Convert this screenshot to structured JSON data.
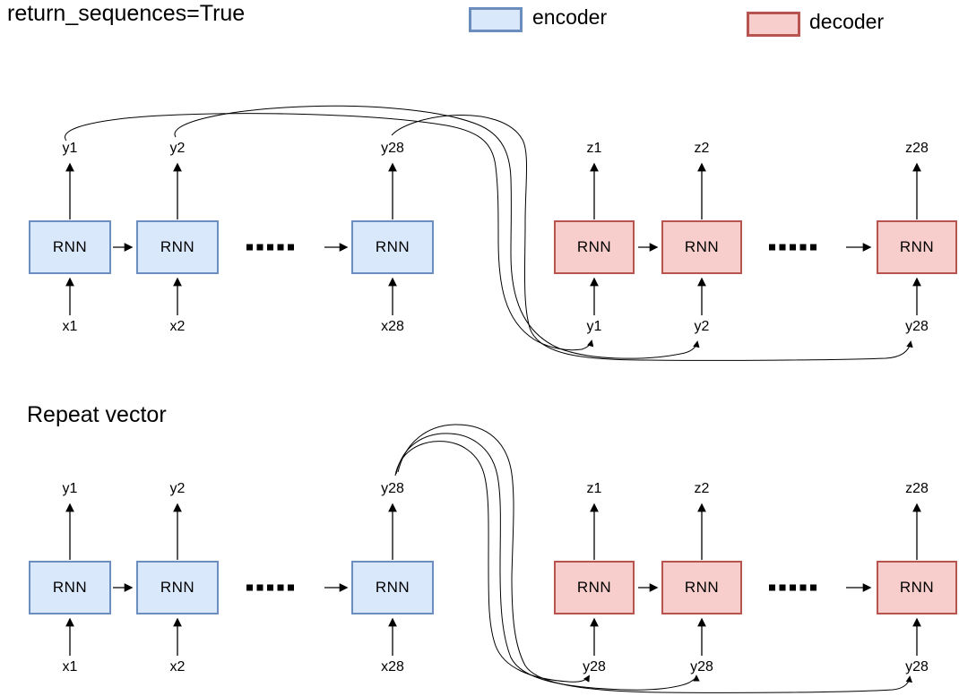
{
  "legend": {
    "encoder_label": "encoder",
    "decoder_label": "decoder",
    "encoder_fill": "#dae8fc",
    "encoder_border": "#6c8ebf",
    "decoder_fill": "#f8cecc",
    "decoder_border": "#b85450",
    "line_color": "#000000"
  },
  "diagram1": {
    "title": "return_sequences=True",
    "box_label": "RNN",
    "encoder_units": [
      {
        "input": "x1",
        "output": "y1"
      },
      {
        "input": "x2",
        "output": "y2"
      },
      {
        "input": "x28",
        "output": "y28"
      }
    ],
    "decoder_units": [
      {
        "input": "y1",
        "output": "z1"
      },
      {
        "input": "y2",
        "output": "z2"
      },
      {
        "input": "y28",
        "output": "z28"
      }
    ]
  },
  "diagram2": {
    "title": "Repeat vector",
    "box_label": "RNN",
    "encoder_units": [
      {
        "input": "x1",
        "output": "y1"
      },
      {
        "input": "x2",
        "output": "y2"
      },
      {
        "input": "x28",
        "output": "y28"
      }
    ],
    "decoder_units": [
      {
        "input": "y28",
        "output": "z1"
      },
      {
        "input": "y28",
        "output": "z2"
      },
      {
        "input": "y28",
        "output": "z28"
      }
    ]
  }
}
